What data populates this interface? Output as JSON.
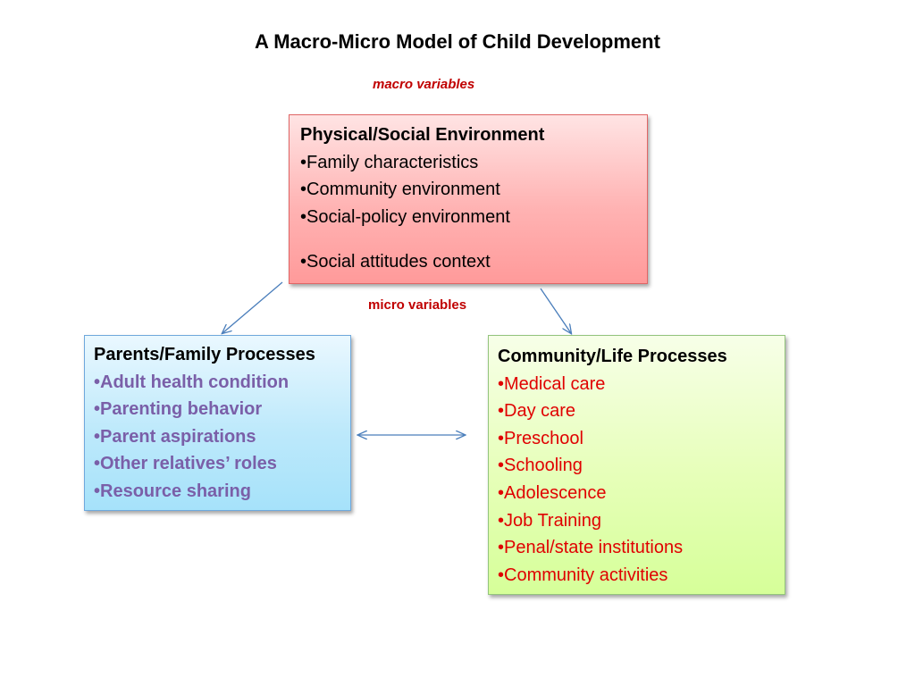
{
  "title": "A Macro-Micro Model of Child Development",
  "captions": {
    "macro": "macro variables",
    "micro": "micro variables"
  },
  "boxes": {
    "environment": {
      "heading": "Physical/Social Environment",
      "items": [
        "•Family characteristics",
        "•Community environment",
        "•Social-policy environment",
        "•Social attitudes context"
      ]
    },
    "family": {
      "heading": "Parents/Family Processes",
      "items": [
        "•Adult health condition",
        "•Parenting behavior",
        "•Parent aspirations",
        "•Other relatives’ roles",
        "•Resource sharing"
      ]
    },
    "community": {
      "heading": "Community/Life Processes",
      "items": [
        "•Medical care",
        "•Day care",
        "•Preschool",
        "•Schooling",
        "•Adolescence",
        "•Job Training",
        "•Penal/state institutions",
        "•Community activities"
      ]
    }
  },
  "colors": {
    "caption": "#c00000",
    "family_items": "#7a5fa8",
    "community_items": "#e00000",
    "arrow": "#4a7ebb"
  }
}
